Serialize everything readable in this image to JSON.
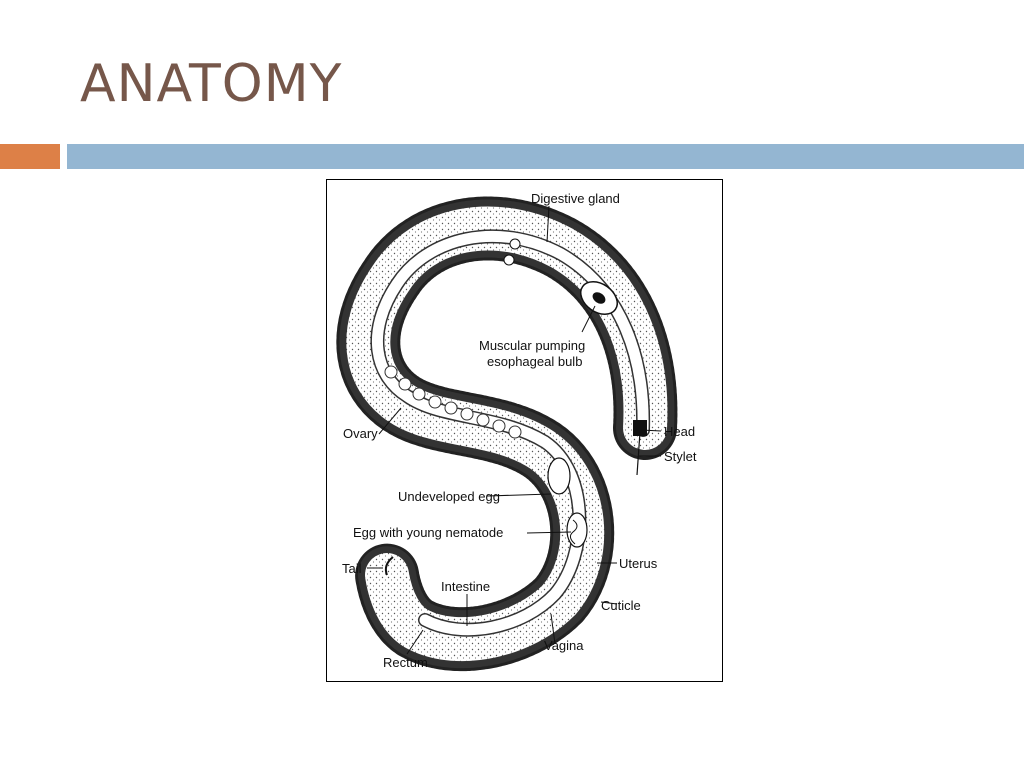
{
  "slide": {
    "title": "ANATOMY",
    "colors": {
      "title": "#76574a",
      "accent_orange": "#dd8047",
      "accent_blue": "#94b6d2"
    }
  },
  "diagram": {
    "labels": {
      "digestive_gland": "Digestive gland",
      "muscular_1": "Muscular pumping",
      "muscular_2": "esophageal bulb",
      "ovary": "Ovary",
      "head": "Head",
      "stylet": "Stylet",
      "undeveloped_egg": "Undeveloped egg",
      "egg_young": "Egg with young nematode",
      "tail": "Tail",
      "uterus": "Uterus",
      "intestine": "Intestine",
      "cuticle": "Cuticle",
      "vagina": "Vagina",
      "rectum": "Rectum"
    }
  }
}
